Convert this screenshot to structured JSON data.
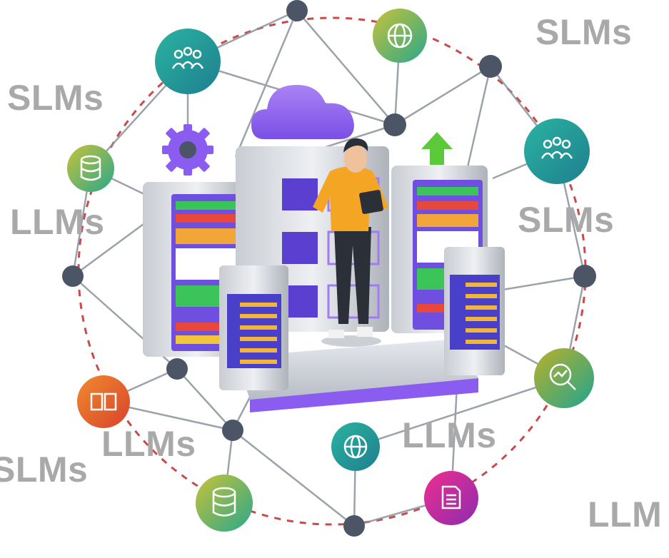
{
  "labels": {
    "slms_top_right": "SLMs",
    "slms_left": "SLMs",
    "llms_left": "LLMs",
    "slms_right": "SLMs",
    "slms_bottom_left": "SLMs",
    "llms_bottom_left": "LLMs",
    "llms_bottom_center": "LLMs",
    "llm_bottom_right": "LLM"
  },
  "icons": [
    "people-icon",
    "globe-icon",
    "database-icon",
    "people-icon",
    "book-icon",
    "analytics-icon",
    "globe-icon",
    "database-icon",
    "document-icon",
    "gear-icon",
    "cloud-icon",
    "up-arrow-icon"
  ],
  "colors": {
    "ring": "#c94a4a",
    "node": "#4b5566",
    "line": "#8b929c",
    "label": "#a9a9a9",
    "purple": "#8a5cf0",
    "shirt": "#f5a524"
  }
}
